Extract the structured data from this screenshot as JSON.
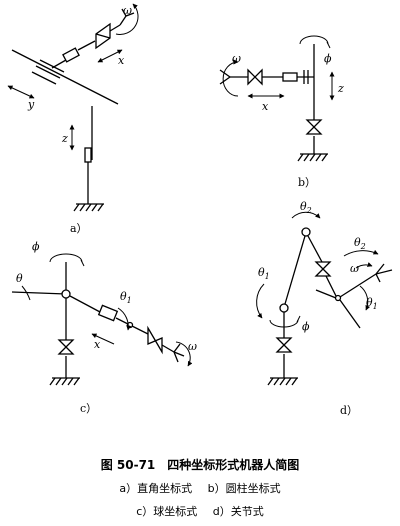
{
  "symbols": {
    "omega": "ω",
    "phi": "ϕ",
    "theta": "θ",
    "x": "x",
    "y": "y",
    "z": "z",
    "sub1": "1",
    "sub2": "2"
  },
  "panels": {
    "a": "a）",
    "b": "b）",
    "c": "c）",
    "d": "d）"
  },
  "caption": {
    "title": "图 50-71　四种坐标形式机器人简图",
    "items": [
      "a）直角坐标式",
      "b）圆柱坐标式",
      "c）球坐标式",
      "d）关节式"
    ]
  }
}
